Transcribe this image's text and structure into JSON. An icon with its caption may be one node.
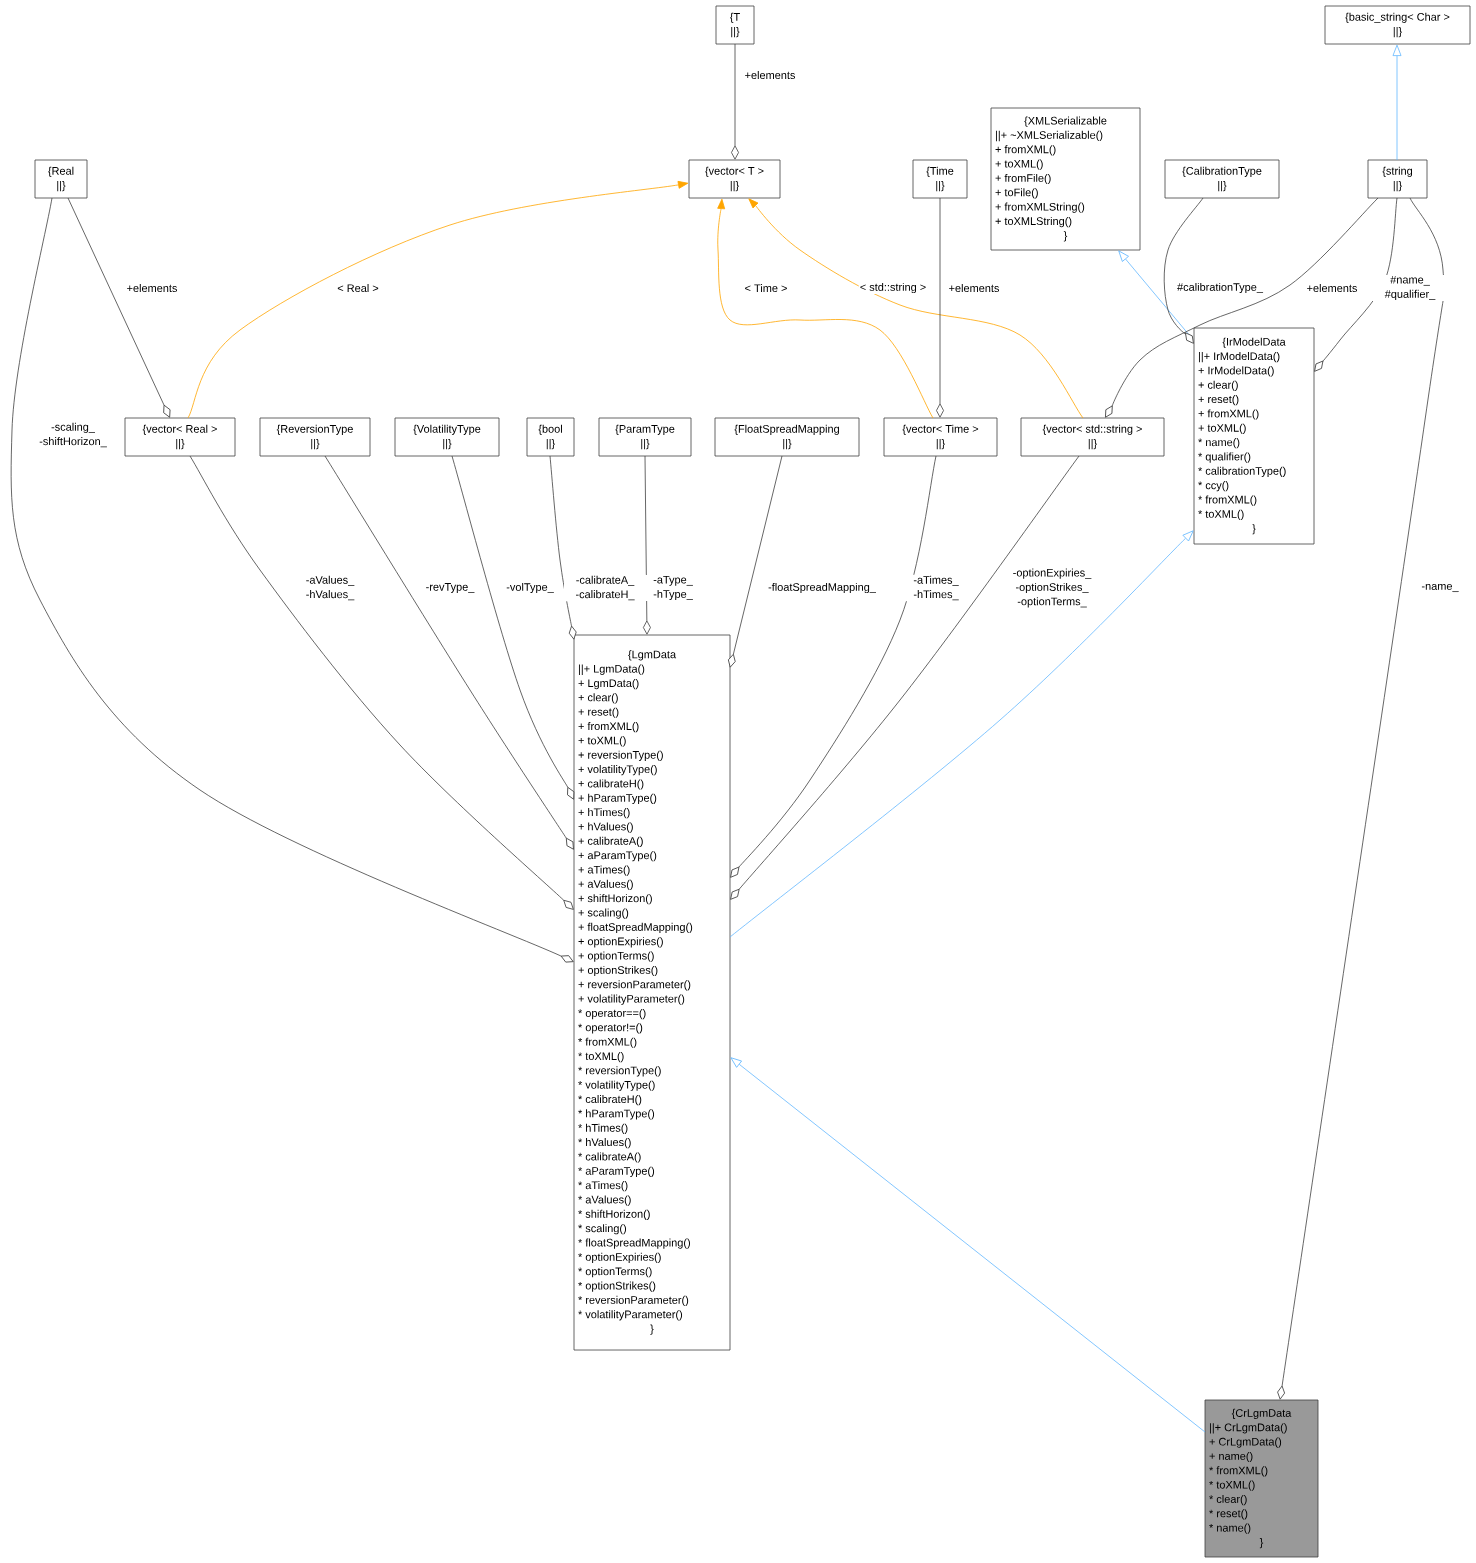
{
  "diagram": {
    "nodes": [
      {
        "text": [
          "{T",
          "||}"
        ]
      },
      {
        "text": [
          "{basic_string< Char >",
          "||}"
        ]
      },
      {
        "text": [
          "{Real",
          "||}"
        ]
      },
      {
        "text": [
          "{vector< T >",
          "||}"
        ]
      },
      {
        "text": [
          "{XMLSerializable",
          "||+ ~XMLSerializable()",
          "+ fromXML()",
          "+ toXML()",
          "+ fromFile()",
          "+ toFile()",
          "+ fromXMLString()",
          "+ toXMLString()",
          "}"
        ]
      },
      {
        "text": [
          "{Time",
          "||}"
        ]
      },
      {
        "text": [
          "{CalibrationType",
          "||}"
        ]
      },
      {
        "text": [
          "{string",
          "||}"
        ]
      },
      {
        "text": [
          "{vector< Real >",
          "||}"
        ]
      },
      {
        "text": [
          "{ReversionType",
          "||}"
        ]
      },
      {
        "text": [
          "{VolatilityType",
          "||}"
        ]
      },
      {
        "text": [
          "{bool",
          "||}"
        ]
      },
      {
        "text": [
          "{ParamType",
          "||}"
        ]
      },
      {
        "text": [
          "{FloatSpreadMapping",
          "||}"
        ]
      },
      {
        "text": [
          "{vector< Time >",
          "||}"
        ]
      },
      {
        "text": [
          "{vector< std::string >",
          "||}"
        ]
      },
      {
        "text": [
          "{IrModelData",
          "||+ IrModelData()",
          "+ IrModelData()",
          "+ clear()",
          "+ reset()",
          "+ fromXML()",
          "+ toXML()",
          "* name()",
          "* qualifier()",
          "* calibrationType()",
          "* ccy()",
          "* fromXML()",
          "* toXML()",
          "}"
        ]
      },
      {
        "text": [
          "{LgmData",
          "||+ LgmData()",
          "+ LgmData()",
          "+ clear()",
          "+ reset()",
          "+ fromXML()",
          "+ toXML()",
          "+ reversionType()",
          "+ volatilityType()",
          "+ calibrateH()",
          "+ hParamType()",
          "+ hTimes()",
          "+ hValues()",
          "+ calibrateA()",
          "+ aParamType()",
          "+ aTimes()",
          "+ aValues()",
          "+ shiftHorizon()",
          "+ scaling()",
          "+ floatSpreadMapping()",
          "+ optionExpiries()",
          "+ optionTerms()",
          "+ optionStrikes()",
          "+ reversionParameter()",
          "+ volatilityParameter()",
          "* operator==()",
          "* operator!=()",
          "* fromXML()",
          "* toXML()",
          "* reversionType()",
          "* volatilityType()",
          "* calibrateH()",
          "* hParamType()",
          "* hTimes()",
          "* hValues()",
          "* calibrateA()",
          "* aParamType()",
          "* aTimes()",
          "* aValues()",
          "* shiftHorizon()",
          "* scaling()",
          "* floatSpreadMapping()",
          "* optionExpiries()",
          "* optionTerms()",
          "* optionStrikes()",
          "* reversionParameter()",
          "* volatilityParameter()",
          "}"
        ]
      },
      {
        "text": [
          "{CrLgmData",
          "||+ CrLgmData()",
          "+ CrLgmData()",
          "+ name()",
          "* fromXML()",
          "* toXML()",
          "* clear()",
          "* reset()",
          "* name()",
          "}"
        ]
      }
    ],
    "edges": [
      {
        "from": 0,
        "to": 3,
        "arrow": "other",
        "label": "+elements"
      },
      {
        "from": 7,
        "to": 1,
        "arrow": "to",
        "color": "#63b8ff"
      },
      {
        "from": 2,
        "to": 8,
        "arrow": "other",
        "label": "+elements"
      },
      {
        "from": 2,
        "to": 17,
        "arrow": "other",
        "label": "-scaling_ -shiftHorizon_"
      },
      {
        "from": 8,
        "to": 3,
        "arrow": "to",
        "label": "< Real >",
        "color": "#ffa500"
      },
      {
        "from": 14,
        "to": 3,
        "arrow": "to",
        "label": "< Time >",
        "color": "#ffa500"
      },
      {
        "from": 15,
        "to": 3,
        "arrow": "to",
        "label": "< std::string >",
        "color": "#ffa500"
      },
      {
        "from": 5,
        "to": 14,
        "arrow": "other",
        "label": "+elements"
      },
      {
        "from": 16,
        "to": 4,
        "arrow": "to",
        "color": "#63b8ff"
      },
      {
        "from": 6,
        "to": 16,
        "arrow": "other",
        "label": "#calibrationType_"
      },
      {
        "from": 7,
        "to": 15,
        "arrow": "other",
        "label": "+elements"
      },
      {
        "from": 7,
        "to": 16,
        "arrow": "other",
        "label": "#name_ #qualifier_"
      },
      {
        "from": 7,
        "to": 18,
        "arrow": "other",
        "label": "-name_"
      },
      {
        "from": 8,
        "to": 17,
        "arrow": "other",
        "label": "-aValues_ -hValues_"
      },
      {
        "from": 9,
        "to": 17,
        "arrow": "other",
        "label": "-revType_"
      },
      {
        "from": 10,
        "to": 17,
        "arrow": "other",
        "label": "-volType_"
      },
      {
        "from": 11,
        "to": 17,
        "arrow": "other",
        "label": "-calibrateA_ -calibrateH_"
      },
      {
        "from": 12,
        "to": 17,
        "arrow": "other",
        "label": "-aType_ -hType_"
      },
      {
        "from": 13,
        "to": 17,
        "arrow": "other",
        "label": "-floatSpreadMapping_"
      },
      {
        "from": 14,
        "to": 17,
        "arrow": "other",
        "label": "-aTimes_ -hTimes_"
      },
      {
        "from": 15,
        "to": 17,
        "arrow": "other",
        "label": "-optionExpiries_ -optionStrikes_ -optionTerms_"
      },
      {
        "from": 17,
        "to": 16,
        "arrow": "to",
        "color": "#63b8ff"
      },
      {
        "from": 18,
        "to": 17,
        "arrow": "to",
        "color": "#63b8ff"
      }
    ]
  }
}
